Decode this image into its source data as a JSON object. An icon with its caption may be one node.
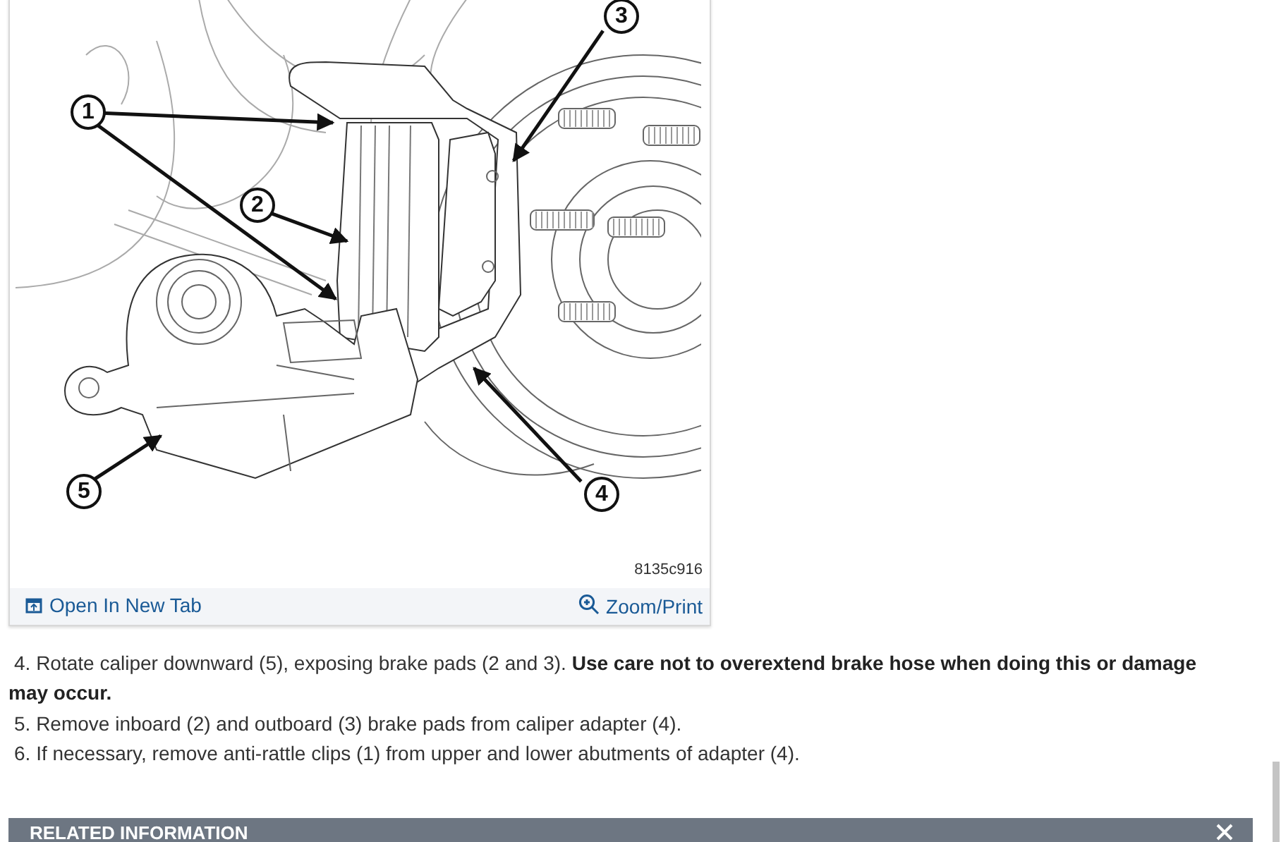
{
  "diagram": {
    "nodes": [
      {
        "text": [
          "1"
        ]
      },
      {
        "text": [
          "2"
        ]
      },
      {
        "text": [
          "3"
        ]
      },
      {
        "text": [
          "4"
        ]
      },
      {
        "text": [
          "5"
        ]
      }
    ],
    "edges": [
      {
        "from": 0,
        "to": null,
        "arrow": "to"
      },
      {
        "from": 0,
        "to": null,
        "arrow": "to"
      },
      {
        "from": 1,
        "to": null,
        "arrow": "to"
      },
      {
        "from": 2,
        "to": null,
        "arrow": "to"
      },
      {
        "from": 3,
        "to": null,
        "arrow": "to"
      },
      {
        "from": 4,
        "to": null,
        "arrow": "to"
      }
    ],
    "labels": [
      "8135c916",
      "Open In New Tab",
      "Zoom/Print",
      "4. Rotate caliper downward (5), exposing brake pads (2 and 3). **Use care not to overextend brake hose when doing this or damage may occur.**",
      "5. Remove inboard (2) and outboard (3) brake pads from caliper adapter (4).",
      "6. If necessary, remove anti-rattle clips (1) from upper and lower abutments of adapter (4).",
      "RELATED INFORMATION"
    ]
  }
}
